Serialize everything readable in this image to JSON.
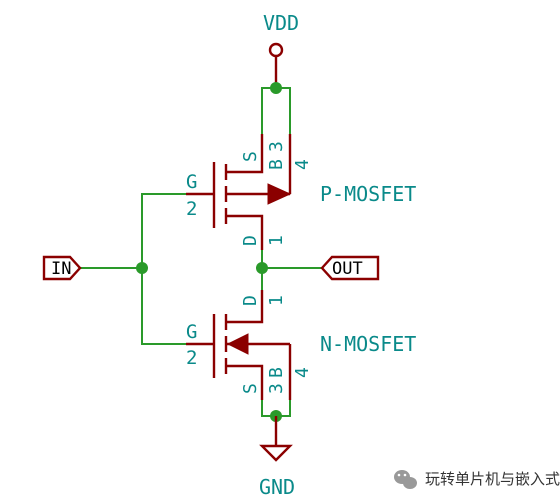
{
  "power": {
    "vdd": "VDD",
    "gnd": "GND"
  },
  "ports": {
    "input": "IN",
    "output": "OUT"
  },
  "transistors": {
    "pmos": {
      "name": "P-MOSFET",
      "gate": "G",
      "gate_pin": "2",
      "source": "S",
      "body": "B",
      "body_pin": "4",
      "source_pin": "3",
      "drain": "D",
      "drain_pin": "1"
    },
    "nmos": {
      "name": "N-MOSFET",
      "gate": "G",
      "gate_pin": "2",
      "source": "S",
      "body": "B",
      "body_pin": "4",
      "source_pin": "3",
      "drain": "D",
      "drain_pin": "1"
    }
  },
  "watermark": {
    "text": "玩转单片机与嵌入式",
    "icon": "wechat-icon"
  },
  "colors": {
    "wire": "#2a9a2a",
    "device": "#8b0000",
    "label": "#0a8a8a"
  }
}
